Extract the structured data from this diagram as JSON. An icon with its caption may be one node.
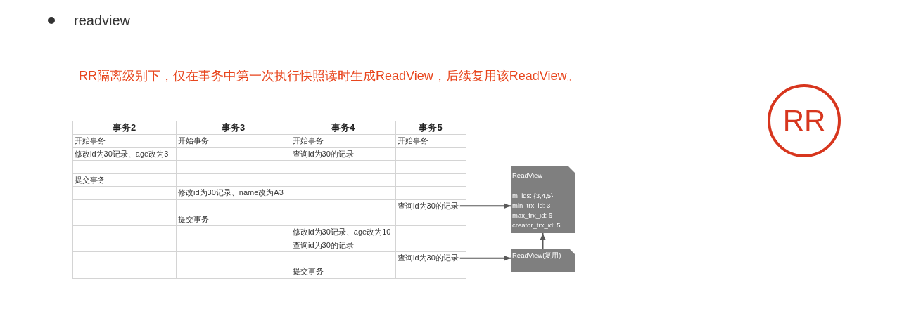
{
  "diagram": {
    "title": "readview",
    "nodes": [
      {
        "text": [
          "RR"
        ]
      },
      {
        "text": [
          "查询id为30的记录"
        ]
      },
      {
        "text": [
          "ReadView",
          "m_ids: {3,4,5}",
          "min_trx_id: 3",
          "max_trx_id: 6",
          "creator_trx_id: 5"
        ]
      },
      {
        "text": [
          "查询id为30的记录"
        ]
      },
      {
        "text": [
          "ReadView(复用)"
        ]
      }
    ],
    "edges": [
      {
        "from": 1,
        "to": 2,
        "arrow": "to"
      },
      {
        "from": 3,
        "to": 4,
        "arrow": "to"
      },
      {
        "from": 4,
        "to": 2,
        "arrow": "to"
      }
    ],
    "labels": [
      "RR隔离级别下，仅在事务中第一次执行快照读时生成ReadView，后续复用该ReadView。",
      "事务2",
      "事务3",
      "事务4",
      "事务5",
      "开始事务",
      "开始事务",
      "开始事务",
      "开始事务",
      "修改id为30记录、age改为3",
      "查询id为30的记录",
      "提交事务",
      "修改id为30记录、name改为A3",
      "提交事务",
      "修改id为30记录、age改为10",
      "查询id为30的记录",
      "提交事务"
    ]
  }
}
